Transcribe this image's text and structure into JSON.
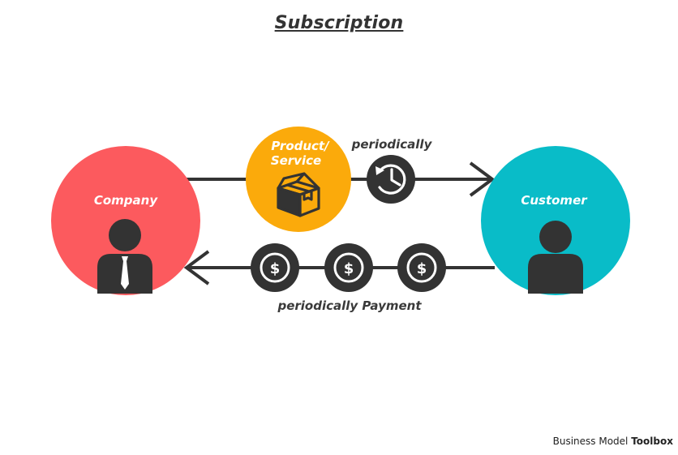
{
  "title": "Subscription",
  "nodes": {
    "company": {
      "label": "Company",
      "color": "#fc5a5e"
    },
    "customer": {
      "label": "Customer",
      "color": "#09bcc8"
    },
    "product": {
      "label_line1": "Product/",
      "label_line2": "Service",
      "color": "#fbaa0b"
    }
  },
  "flows": {
    "delivery_label": "periodically",
    "payment_label": "periodically Payment"
  },
  "colors": {
    "dark": "#333333",
    "line": "#333333"
  },
  "icons": {
    "company_person": "businessman-icon",
    "customer_person": "person-icon",
    "product": "box-icon",
    "recurring": "refresh-clock-icon",
    "payment": "dollar-coin-icon"
  },
  "brand": {
    "prefix": "Business Model",
    "name": "Toolbox"
  }
}
